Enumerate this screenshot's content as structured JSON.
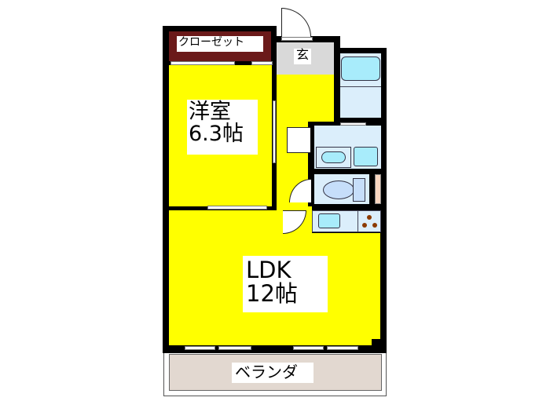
{
  "floorplan": {
    "rooms": {
      "closet": {
        "label": "クローゼット"
      },
      "entrance": {
        "label": "玄"
      },
      "western_room": {
        "name": "洋室",
        "size": "6.3帖"
      },
      "ldk": {
        "name": "LDK",
        "size": "12帖"
      },
      "balcony": {
        "label": "ベランダ"
      }
    },
    "colors": {
      "room_fill": "#ffff00",
      "closet_fill": "#6b1a1a",
      "entrance_fill": "#d9d9d9",
      "wet_area_fill": "#dbeefb",
      "fixture_fill": "#a8ecfb",
      "balcony_fill": "#e2d8d0",
      "wall": "#000000"
    }
  }
}
